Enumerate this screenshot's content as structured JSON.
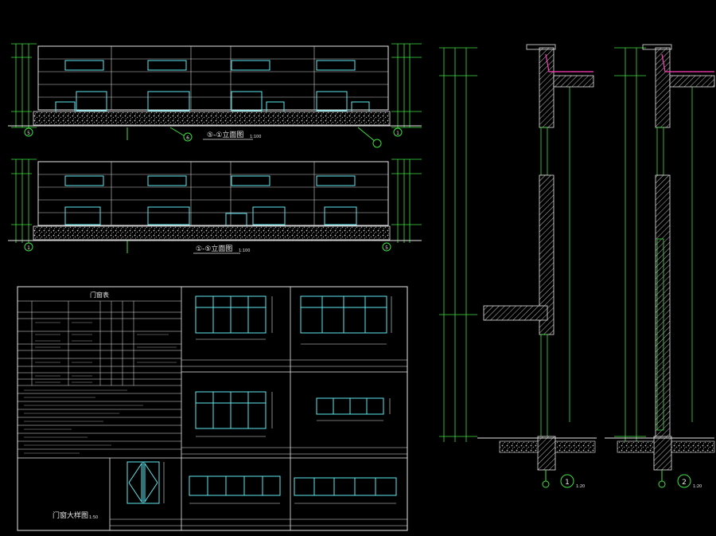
{
  "elevation_top": {
    "title": "⑤-①立面图",
    "scale": "1:100"
  },
  "elevation_bottom": {
    "title": "①-⑤立面图",
    "scale": "1:100"
  },
  "axis_labels": {
    "a1": "1",
    "a5": "5",
    "a6": "6",
    "b1": "1",
    "b5": "5"
  },
  "door_window_table": {
    "title": "门窗表"
  },
  "detail_title": {
    "text": "门窗大样图",
    "scale": "1:50"
  },
  "wall_sections": [
    {
      "label": "1",
      "scale": "1:20"
    },
    {
      "label": "2",
      "scale": "1:20"
    }
  ],
  "colors": {
    "background": "#000000",
    "line_white": "#e6e6e6",
    "line_cyan": "#5ee9f0",
    "line_green": "#3fe03f",
    "hatch": "#bdbdbd",
    "magenta": "#ff3dbd"
  }
}
